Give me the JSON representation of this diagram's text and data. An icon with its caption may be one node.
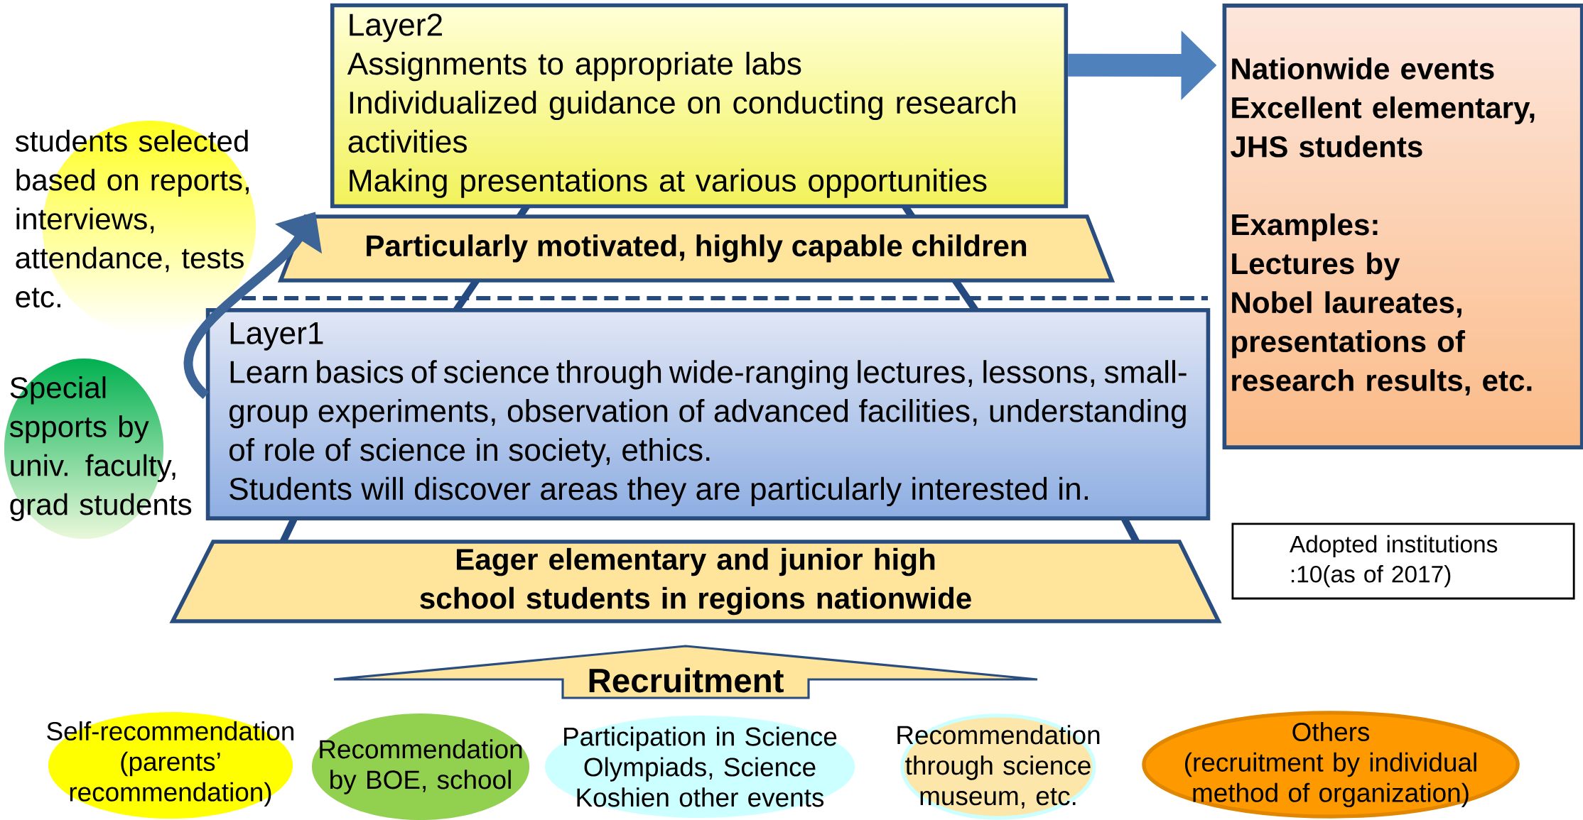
{
  "diagram": {
    "nodes": [
      {
        "text": [
          "Layer2",
          "Assignments to appropriate labs",
          "Individualized guidance on conducting research activities",
          "Making presentations at various opportunities"
        ]
      },
      {
        "text": [
          "Nationwide events",
          "Excellent elementary, JHS students",
          "Examples:",
          "Lectures by Nobel laureates, presentations of research results, etc."
        ]
      },
      {
        "text": [
          "students selected based on reports, interviews, attendance, tests etc."
        ]
      },
      {
        "text": [
          "Particularly motivated, highly capable children"
        ]
      },
      {
        "text": [
          "Layer1",
          "Learn basics of science through wide-ranging lectures, lessons, small-group experiments, observation of advanced facilities, understanding of role of science in society, ethics.",
          "Students will discover areas they are particularly interested in."
        ]
      },
      {
        "text": [
          "Special spports by univ. faculty, grad students"
        ]
      },
      {
        "text": [
          "Eager elementary and junior high school students in regions nationwide"
        ]
      },
      {
        "text": [
          "Adopted institutions :10(as of 2017)"
        ]
      },
      {
        "text": [
          "Recruitment"
        ]
      },
      {
        "text": [
          "Self-recommendation (parents’ recommendation)"
        ]
      },
      {
        "text": [
          "Recommendation by BOE, school"
        ]
      },
      {
        "text": [
          "Participation in Science Olympiads, Science Koshien other events"
        ]
      },
      {
        "text": [
          "Recommendation through science museum, etc."
        ]
      },
      {
        "text": [
          "Others",
          "(recruitment by individual method of organization)"
        ]
      }
    ],
    "edges": [
      {
        "from": 0,
        "to": 1,
        "arrow": "to",
        "style": "thick"
      },
      {
        "from": 4,
        "to": 3,
        "arrow": "to"
      }
    ]
  }
}
